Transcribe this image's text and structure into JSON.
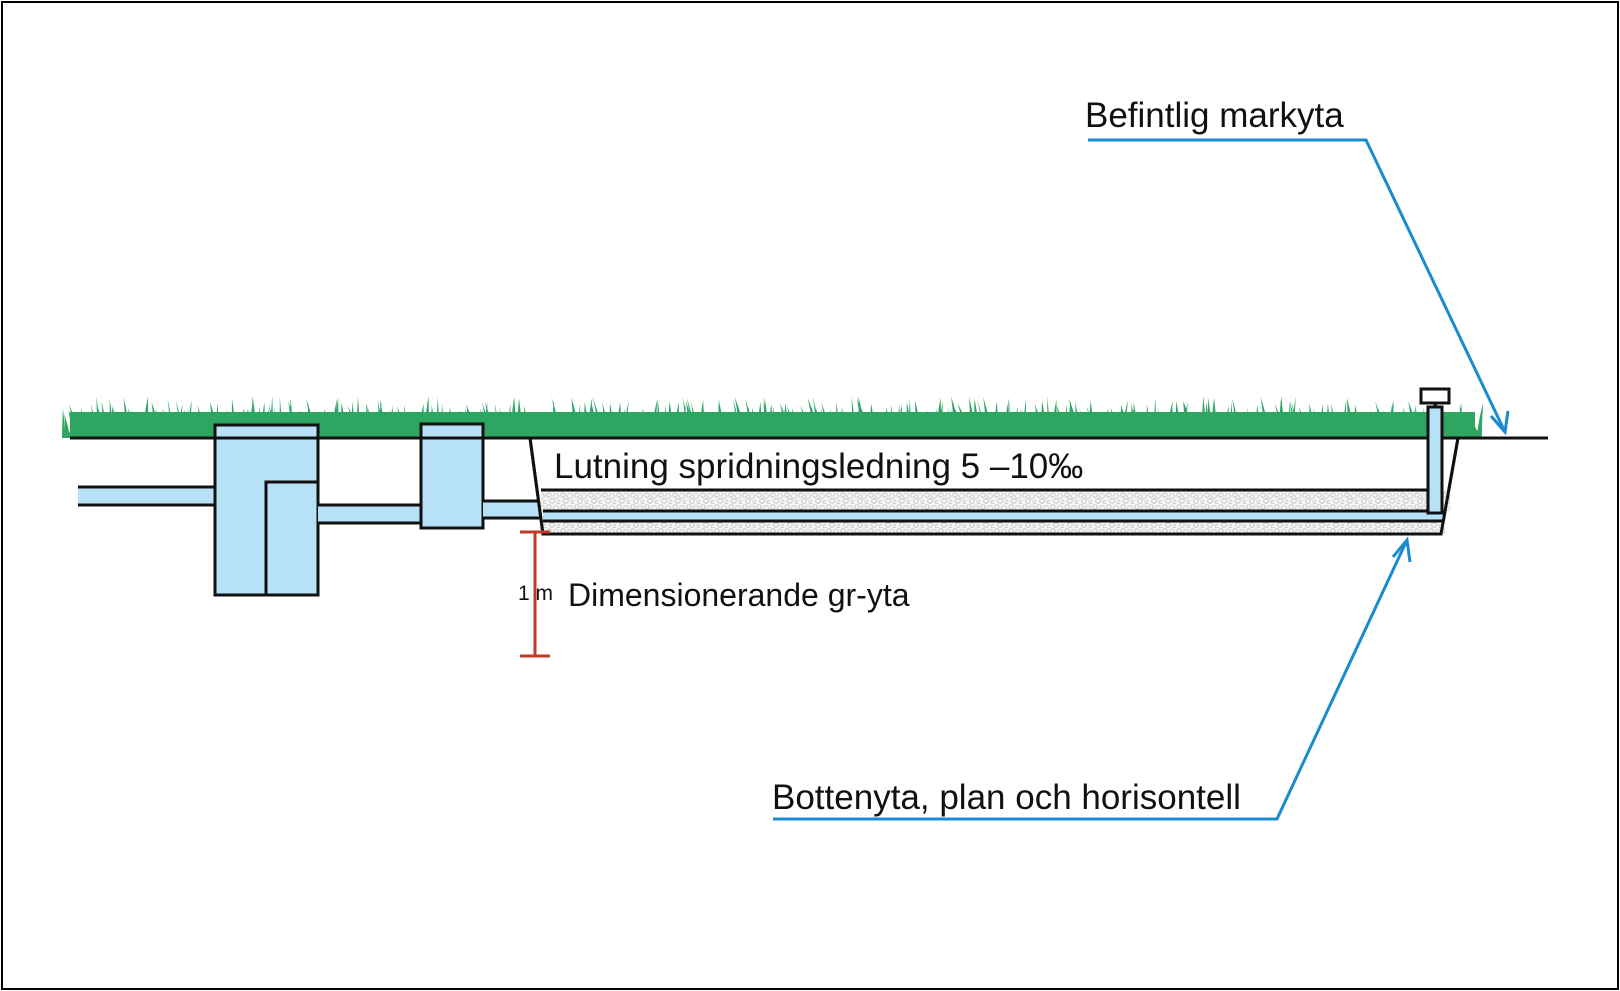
{
  "labels": {
    "ground_surface": "Befintlig markyta",
    "slope": "Lutning spridningsledning 5 –10‰",
    "distance_value": "1 m",
    "design_surface": "Dimensionerande gr-yta",
    "bottom_surface": "Bottenyta, plan och horisontell"
  },
  "colors": {
    "water": "#b7e1f7",
    "arrow": "#1a8bd0",
    "dimension": "#c0392b",
    "grass": "#2ea661",
    "gravel": "#d6d6d6",
    "outline": "#111111"
  },
  "icons": {
    "grass": "grass-texture",
    "gravel": "gravel-texture",
    "arrow": "leader-arrow"
  }
}
